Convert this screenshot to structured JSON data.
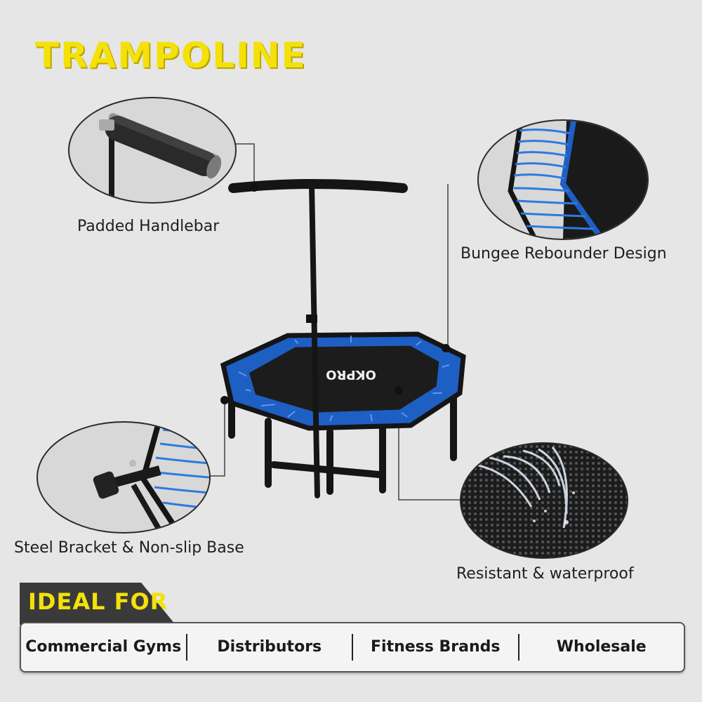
{
  "title": "TRAMPOLINE",
  "features": {
    "handlebar": "Padded Handlebar",
    "bungee": "Bungee Rebounder Design",
    "bracket": "Steel Bracket & Non-slip Base",
    "waterproof": "Resistant & waterproof"
  },
  "brand": "OKPRO",
  "ideal_for": {
    "label": "IDEAL FOR",
    "items": [
      "Commercial Gyms",
      "Distributors",
      "Fitness Brands",
      "Wholesale"
    ]
  },
  "colors": {
    "title_yellow": "#f4e10a",
    "bungee_blue": "#1e5fc4",
    "frame_black": "#151515",
    "background": "#e6e6e6"
  }
}
